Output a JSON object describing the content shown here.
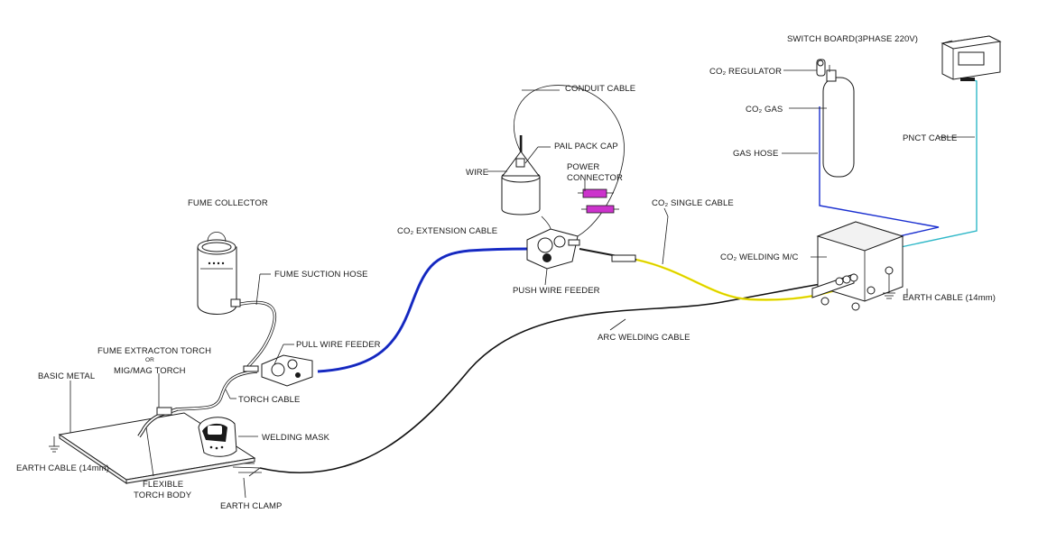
{
  "colors": {
    "co2_extension_cable": "#1a2fd0",
    "co2_single_cable": "#f2e600",
    "gas_hose": "#1a2fd0",
    "pnct_cable": "#2fb8c8",
    "arc_welding_cable": "#111111",
    "power_connector": "#cc33cc"
  },
  "labels": {
    "switch_board": "SWITCH BOARD(3PHASE 220V)",
    "co2_regulator": "CO₂ REGULATOR",
    "co2_gas": "CO₂ GAS",
    "gas_hose": "GAS HOSE",
    "pnct_cable": "PNCT CABLE",
    "conduit_cable": "CONDUIT CABLE",
    "pail_pack_cap": "PAIL PACK CAP",
    "wire": "WIRE",
    "power_connector_1": "POWER",
    "power_connector_2": "CONNECTOR",
    "co2_single_cable": "CO₂ SINGLE CABLE",
    "fume_collector": "FUME COLLECTOR",
    "co2_extension_cable": "CO₂ EXTENSION CABLE",
    "co2_welding_mc": "CO₂ WELDING M/C",
    "fume_suction_hose": "FUME SUCTION HOSE",
    "push_wire_feeder": "PUSH WIRE FEEDER",
    "earth_cable_right": "EARTH CABLE (14mm)",
    "arc_welding_cable": "ARC WELDING CABLE",
    "fume_extraction_torch": "FUME EXTRACTON TORCH",
    "or": "OR",
    "mig_mag_torch": "MIG/MAG TORCH",
    "pull_wire_feeder": "PULL WIRE FEEDER",
    "basic_metal": "BASIC METAL",
    "torch_cable": "TORCH CABLE",
    "welding_mask": "WELDING MASK",
    "earth_cable_left": "EARTH CABLE (14mm)",
    "flexible_1": "FLEXIBLE",
    "flexible_2": "TORCH BODY",
    "earth_clamp": "EARTH CLAMP"
  }
}
